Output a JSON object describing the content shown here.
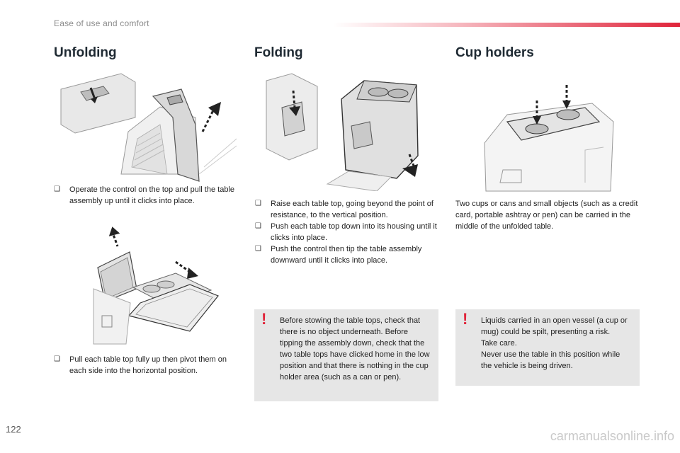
{
  "header": {
    "title": "Ease of use and comfort"
  },
  "sections": {
    "unfolding": {
      "title": "Unfolding",
      "bullet1": "Operate the control on the top and pull the table assembly up until it clicks into place.",
      "bullet2": "Pull each table top fully up then pivot them on each side into the horizontal position."
    },
    "folding": {
      "title": "Folding",
      "bullets": [
        "Raise each table top, going beyond the point of resistance, to the vertical position.",
        "Push each table top down into its housing until it clicks into place.",
        "Push the control then tip the table assembly downward until it clicks into place."
      ],
      "warning": "Before stowing the table tops, check that there is no object underneath. Before tipping the assembly down, check that the two table tops have clicked home in the low position and that there is nothing in the cup holder area (such as a can or pen)."
    },
    "cup_holders": {
      "title": "Cup holders",
      "text": "Two cups or cans and small objects (such as a credit card, portable ashtray or pen) can be carried in the middle of the unfolded table.",
      "warning_line1": "Liquids carried in an open vessel (a cup or mug) could be spilt, presenting a risk.",
      "warning_line2": "Take care.",
      "warning_line3": "Never use the table in this position while the vehicle is being driven."
    }
  },
  "bullet_symbol": "❑",
  "warning_symbol": "!",
  "page_number": "122",
  "watermark": "carmanualsonline.info",
  "colors": {
    "accent": "#e0243a",
    "box_bg": "#e6e6e6"
  }
}
